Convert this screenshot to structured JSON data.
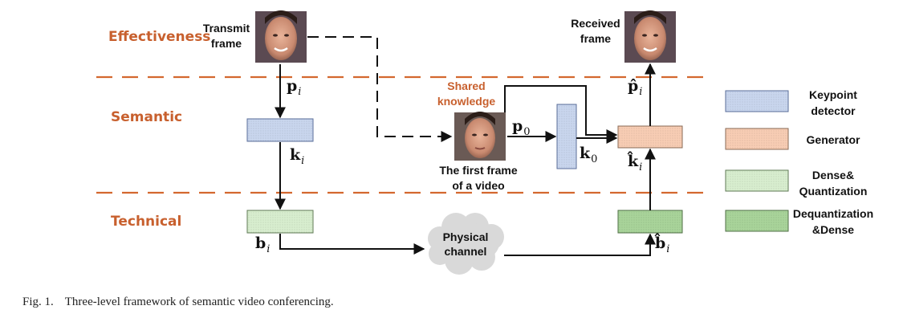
{
  "levels": {
    "effectiveness": "Effectiveness",
    "semantic": "Semantic",
    "technical": "Technical"
  },
  "labels": {
    "transmit_frame": "Transmit\nframe",
    "received_frame": "Received\nframe",
    "shared_knowledge": "Shared\nknowledge",
    "first_frame": "The first frame\nof a video",
    "physical_channel": "Physical\nchannel"
  },
  "math": {
    "p": {
      "base": "p",
      "sub": "i"
    },
    "k": {
      "base": "k",
      "sub": "i"
    },
    "b": {
      "base": "b",
      "sub": "i"
    },
    "p0": {
      "base": "p",
      "sub": "0"
    },
    "k0": {
      "base": "k",
      "sub": "0"
    },
    "p_hat": {
      "base": "p̂",
      "sub": "i"
    },
    "k_hat": {
      "base": "k̂",
      "sub": "i"
    },
    "b_hat": {
      "base": "b̂",
      "sub": "i"
    }
  },
  "legend": [
    {
      "label": "Keypoint\ndetector",
      "color": "#c9d6ee",
      "border": "#5a6e9a"
    },
    {
      "label": "Generator",
      "color": "#f8cdb4",
      "border": "#8a6a55"
    },
    {
      "label": "Dense&\nQuantization",
      "color": "#d8eecf",
      "border": "#5f7a55"
    },
    {
      "label": "Dequantization\n&Dense",
      "color": "#a9d49a",
      "border": "#4f6f45"
    }
  ],
  "caption": {
    "fig": "Fig. 1.",
    "text": "Three-level framework of semantic video conferencing."
  },
  "colors": {
    "accent": "#c8602e",
    "keypoint": "#c9d6ee",
    "generator": "#f8cdb4",
    "dense_quant": "#d8eecf",
    "dequant_dense": "#a9d49a",
    "cloud": "#d9d9d9"
  }
}
